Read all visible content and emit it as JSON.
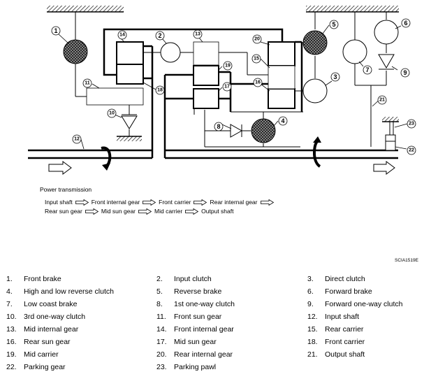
{
  "diagram": {
    "callouts": [
      "1",
      "2",
      "3",
      "4",
      "5",
      "6",
      "7",
      "8",
      "9",
      "10",
      "11",
      "12",
      "13",
      "14",
      "15",
      "16",
      "17",
      "18",
      "19",
      "20",
      "21",
      "22",
      "23"
    ]
  },
  "power_transmission": {
    "title": "Power transmission",
    "line1": [
      "Input shaft",
      "Front internal gear",
      "Front carrier",
      "Rear internal gear"
    ],
    "line2": [
      "Rear sun gear",
      "Mid sun gear",
      "Mid carrier",
      "Output shaft"
    ]
  },
  "figure_code": "SCIA1519E",
  "legend": [
    {
      "num": "1.",
      "label": "Front brake"
    },
    {
      "num": "2.",
      "label": "Input clutch"
    },
    {
      "num": "3.",
      "label": "Direct clutch"
    },
    {
      "num": "4.",
      "label": "High and low reverse clutch"
    },
    {
      "num": "5.",
      "label": "Reverse brake"
    },
    {
      "num": "6.",
      "label": "Forward brake"
    },
    {
      "num": "7.",
      "label": "Low coast brake"
    },
    {
      "num": "8.",
      "label": "1st one-way clutch"
    },
    {
      "num": "9.",
      "label": "Forward one-way clutch"
    },
    {
      "num": "10.",
      "label": "3rd one-way clutch"
    },
    {
      "num": "11.",
      "label": "Front sun gear"
    },
    {
      "num": "12.",
      "label": "Input shaft"
    },
    {
      "num": "13.",
      "label": "Mid internal gear"
    },
    {
      "num": "14.",
      "label": "Front internal gear"
    },
    {
      "num": "15.",
      "label": "Rear carrier"
    },
    {
      "num": "16.",
      "label": "Rear sun gear"
    },
    {
      "num": "17.",
      "label": "Mid sun gear"
    },
    {
      "num": "18.",
      "label": "Front carrier"
    },
    {
      "num": "19.",
      "label": "Mid carrier"
    },
    {
      "num": "20.",
      "label": "Rear internal gear"
    },
    {
      "num": "21.",
      "label": "Output shaft"
    },
    {
      "num": "22.",
      "label": "Parking gear"
    },
    {
      "num": "23.",
      "label": "Parking pawl"
    }
  ]
}
